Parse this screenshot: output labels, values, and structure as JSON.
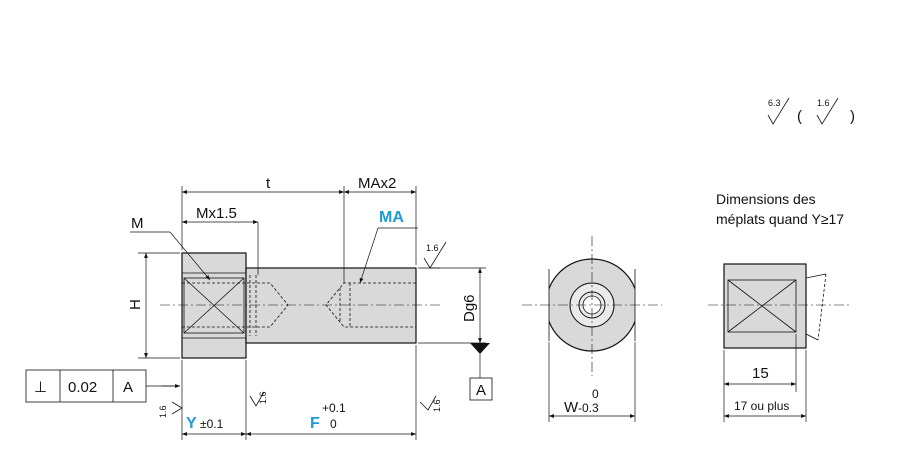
{
  "surface_finish": {
    "general_value": "6.3",
    "alt_value": "1.6",
    "open_paren": "(",
    "close_paren": ")"
  },
  "side_view": {
    "dim_t": "t",
    "dim_MAx2": "MAx2",
    "dim_Mx15": "Mx1.5",
    "label_M": "M",
    "label_MA": "MA",
    "label_H": "H",
    "label_Dg6": "Dg6",
    "datum_ref": "A",
    "finish_top": "1.6",
    "finish_y": "1.6",
    "finish_mid": "1.6",
    "finish_right": "1.6",
    "label_Y": "Y",
    "tol_Y": "±0.1",
    "label_F": "F",
    "tol_F_upper": "+0.1",
    "tol_F_lower": "0"
  },
  "tolerance_frame": {
    "symbol": "⊥",
    "value": "0.02",
    "datum": "A"
  },
  "end_view": {
    "label_W": "W",
    "tol_W_upper": "0",
    "tol_W_lower": "-0.3"
  },
  "flats_view": {
    "note_line1": "Dimensions des",
    "note_line2": "méplats quand Y≥17",
    "dim_15": "15",
    "dim_17": "17 ou plus"
  }
}
